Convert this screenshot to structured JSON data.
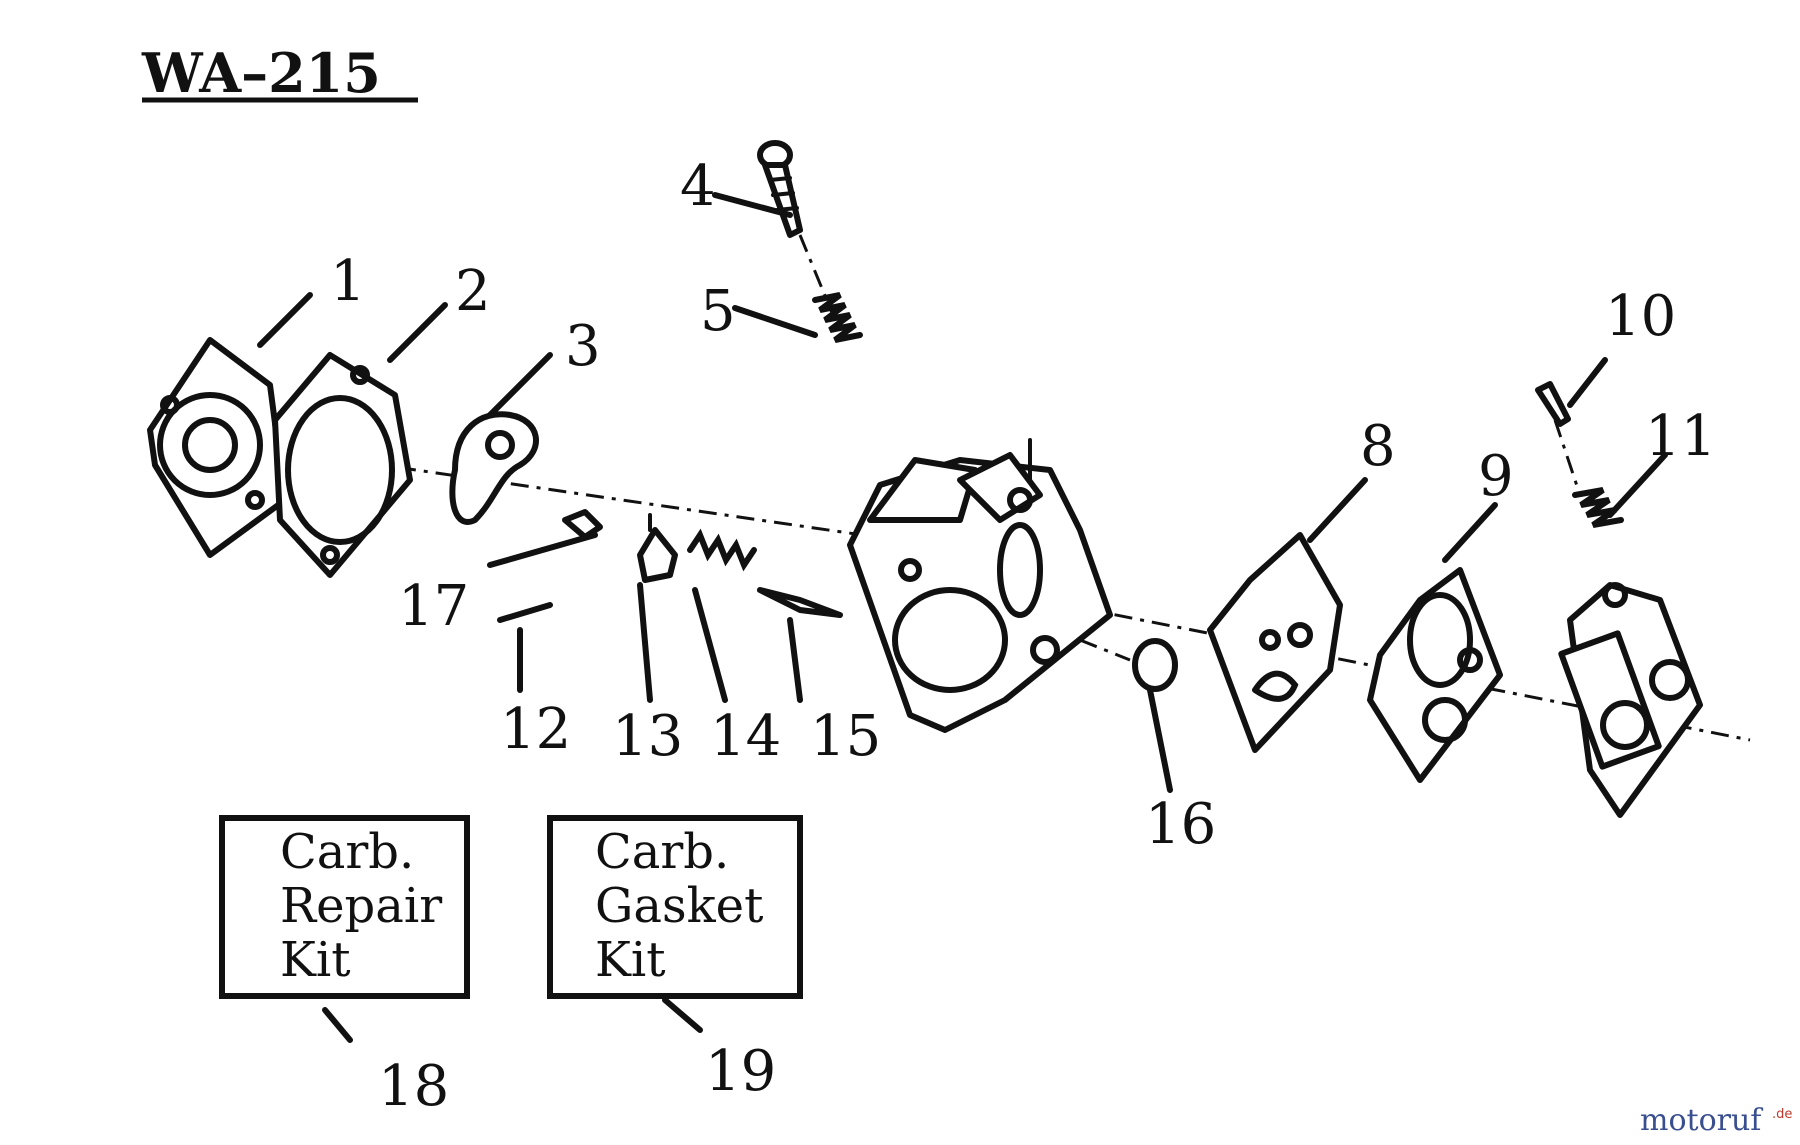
{
  "diagram": {
    "title": "WA–215",
    "part_numbers": [
      "1",
      "2",
      "3",
      "4",
      "5",
      "8",
      "9",
      "10",
      "11",
      "12",
      "13",
      "14",
      "15",
      "16",
      "17",
      "18",
      "19"
    ],
    "kits": {
      "repair": [
        "Carb.",
        "Repair",
        "Kit"
      ],
      "gasket": [
        "Carb.",
        "Gasket",
        "Kit"
      ]
    },
    "watermark": {
      "main": "motoruf",
      "suffix": ".de"
    }
  }
}
